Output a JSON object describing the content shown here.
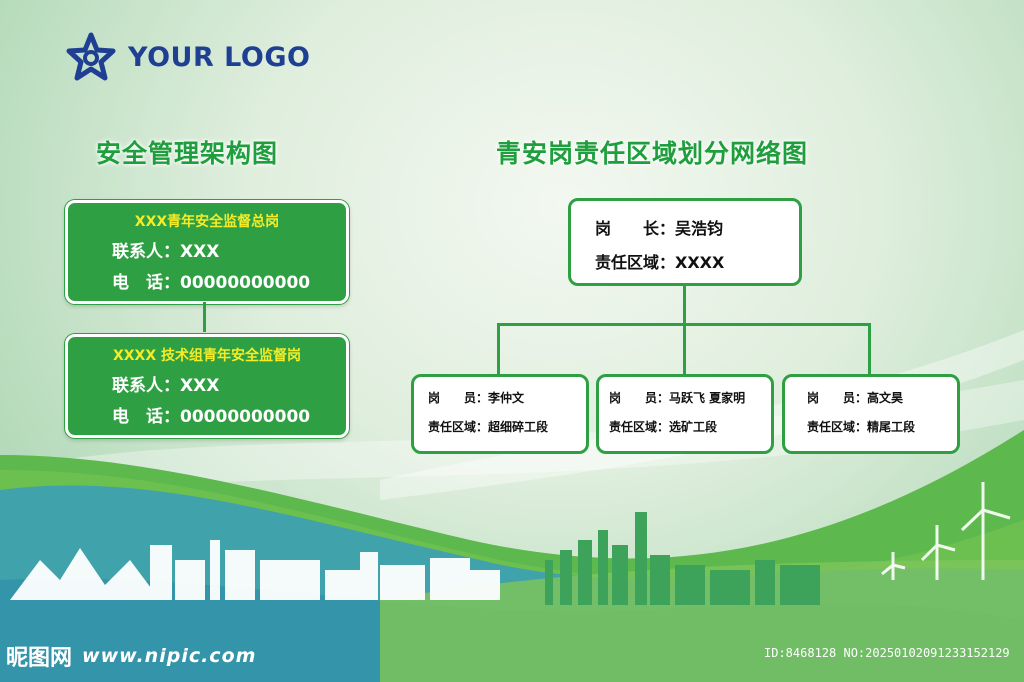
{
  "logo": {
    "text": "YOUR LOGO",
    "color": "#1f3f93"
  },
  "left": {
    "title": "安全管理架构图",
    "box1": {
      "head": "XXX青年安全监督总岗",
      "contact": "联系人：XXX",
      "phone": "电　话：00000000000"
    },
    "box2": {
      "head": "XXXX 技术组青年安全监督岗",
      "contact": "联系人：XXX",
      "phone": "电　话：00000000000"
    }
  },
  "right": {
    "title": "青安岗责任区域划分网络图",
    "top": {
      "post": "岗　　长：吴浩钧",
      "area": "责任区域：XXXX"
    },
    "children": [
      {
        "post": "岗　　员：李仲文",
        "area": "责任区域：超细碎工段"
      },
      {
        "post": "岗　　员：马跃飞 夏家明",
        "area": "责任区域：选矿工段"
      },
      {
        "post": "岗　　员：高文昊",
        "area": "责任区域：精尾工段"
      }
    ]
  },
  "watermark": {
    "site_cn": "昵图网",
    "url": "www.nipic.com",
    "id": "ID:8468128 NO:20250102091233152129"
  },
  "colors": {
    "green": "#2ea043",
    "yellow": "#f5ec27",
    "title_green": "#1e9e3c"
  }
}
